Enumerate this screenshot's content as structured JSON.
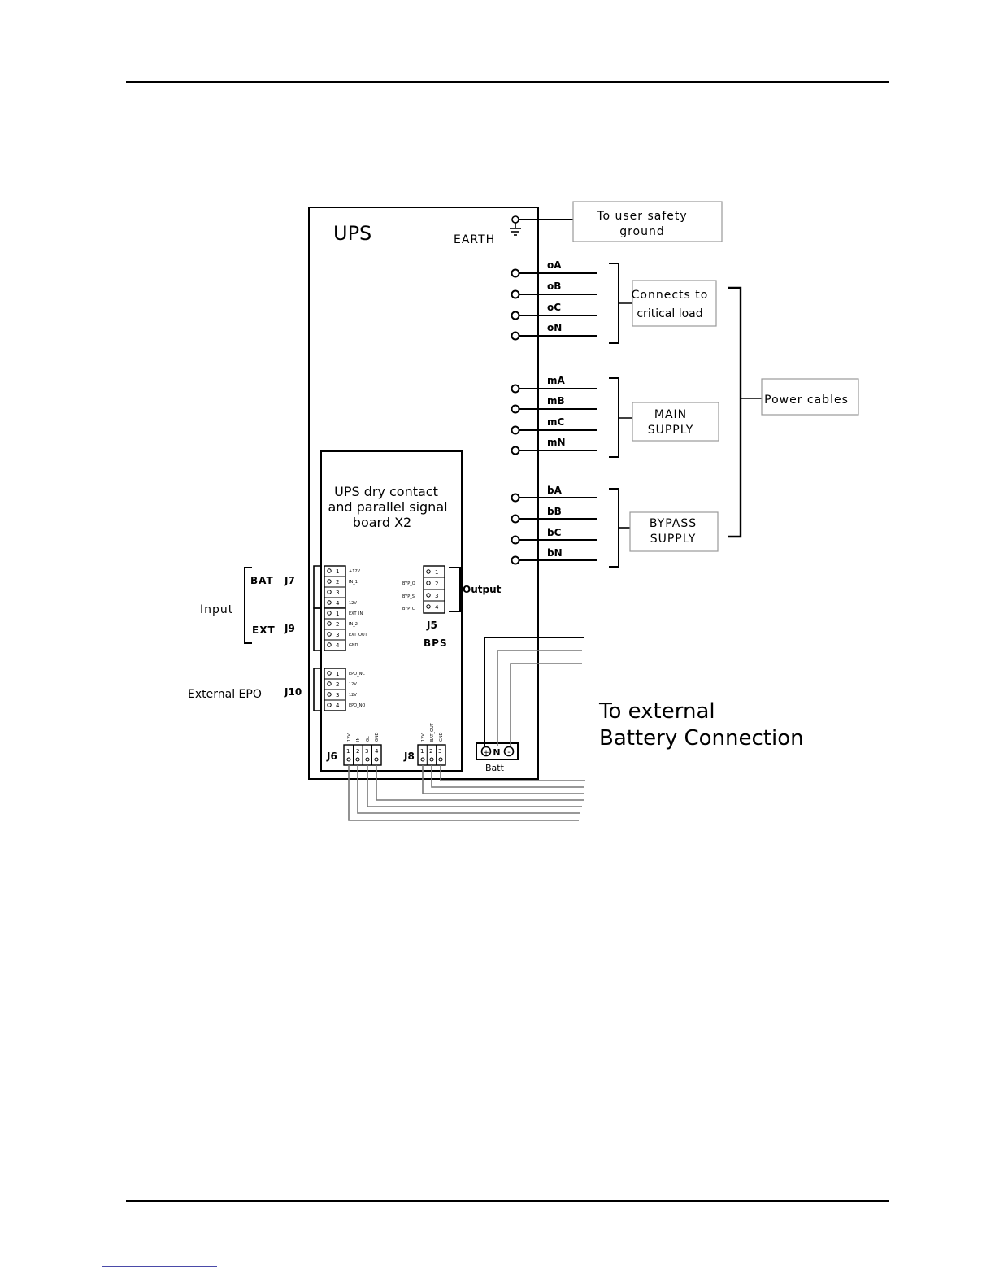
{
  "ups": {
    "title": "UPS",
    "earth_label": "EARTH"
  },
  "ground_box": {
    "line1": "To user safety",
    "line2": "ground"
  },
  "output_terminals": [
    "oA",
    "oB",
    "oC",
    "oN"
  ],
  "critical_load_box": {
    "line1": "Connects to",
    "line2": "critical load"
  },
  "main_terminals": [
    "mA",
    "mB",
    "mC",
    "mN"
  ],
  "main_supply_box": {
    "line1": "MAIN",
    "line2": "SUPPLY"
  },
  "bypass_terminals": [
    "bA",
    "bB",
    "bC",
    "bN"
  ],
  "bypass_supply_box": {
    "line1": "BYPASS",
    "line2": "SUPPLY"
  },
  "power_cables_box": {
    "label": "Power cables"
  },
  "board": {
    "line1": "UPS dry contact",
    "line2": "and parallel signal",
    "line3": "board X2"
  },
  "input_group": {
    "label": "Input",
    "bat_label": "BAT",
    "bat_connector": "J7",
    "bat_pins": [
      "+12V",
      "IN_1",
      "",
      "12V"
    ],
    "ext_label": "EXT",
    "ext_connector": "J9",
    "ext_pins": [
      "EXT_IN",
      "IN_2",
      "EXT_OUT",
      "GND"
    ]
  },
  "epo_group": {
    "label": "External EPO",
    "connector": "J10",
    "pins": [
      "EPO_NC",
      "12V",
      "12V",
      "EPO_NO"
    ]
  },
  "output_group": {
    "label": "Output",
    "connector": "J5",
    "sub_label": "BPS",
    "pins": [
      "BYP_O",
      "BYP_S",
      "BYP_C",
      ""
    ]
  },
  "j6": {
    "label": "J6",
    "pins": [
      "12V",
      "IN",
      "GL",
      "GND"
    ]
  },
  "j8": {
    "label": "J8",
    "pins": [
      "12V",
      "BAT_OUT",
      "GND"
    ]
  },
  "batt": {
    "label": "Batt",
    "terminals": [
      "+",
      "N",
      "-"
    ]
  },
  "external_battery": {
    "line1": "To external",
    "line2": "Battery Connection"
  }
}
